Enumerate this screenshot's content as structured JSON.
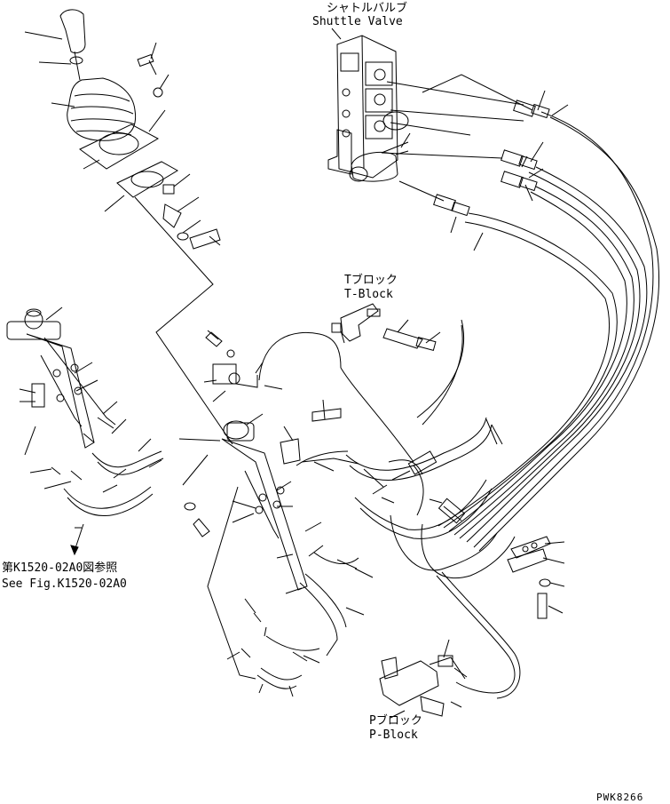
{
  "labels": {
    "shuttle_valve_jp": "シャトルバルブ",
    "shuttle_valve_en": "Shuttle Valve",
    "t_block_jp": "Tブロック",
    "t_block_en": "T-Block",
    "p_block_jp": "Pブロック",
    "p_block_en": "P-Block",
    "see_fig_jp": "第K1520-02A0図参照",
    "see_fig_en": "See Fig.K1520-02A0",
    "drawing_code": "PWK8266"
  },
  "colors": {
    "line": "#000000",
    "background": "#ffffff"
  },
  "icons": {
    "control_lever": "lever-knob-icon",
    "shuttle_valve": "valve-block-icon",
    "t_block": "tee-fitting-icon",
    "p_block": "manifold-block-icon"
  }
}
